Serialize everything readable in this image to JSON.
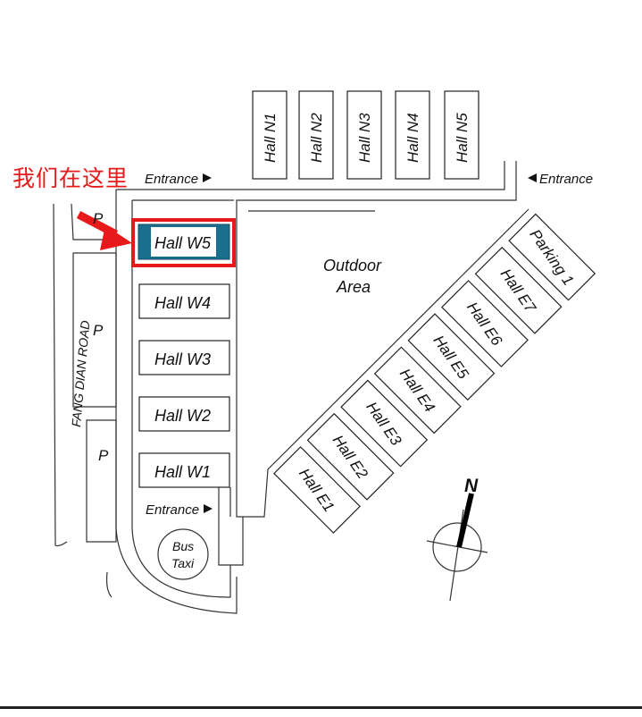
{
  "annotation": {
    "label": "我们在这里",
    "color": "#e8191a",
    "highlight": "Hall W5"
  },
  "north_halls": [
    "Hall N1",
    "Hall N2",
    "Hall N3",
    "Hall N4",
    "Hall N5"
  ],
  "west_halls": [
    "Hall W5",
    "Hall W4",
    "Hall W3",
    "Hall W2",
    "Hall W1"
  ],
  "east_halls": [
    "Hall E1",
    "Hall E2",
    "Hall E3",
    "Hall E4",
    "Hall E5",
    "Hall E6",
    "Hall E7",
    "Parking 1"
  ],
  "entrances": {
    "top_left": "Entrance",
    "top_right": "Entrance",
    "bottom_left": "Entrance"
  },
  "parking_label": "P",
  "road": "FANG DIAN ROAD",
  "outdoor": {
    "line1": "Outdoor",
    "line2": "Area"
  },
  "bus": {
    "line1": "Bus",
    "line2": "Taxi"
  },
  "compass": "N",
  "highlight_color": "#1a6f8e"
}
